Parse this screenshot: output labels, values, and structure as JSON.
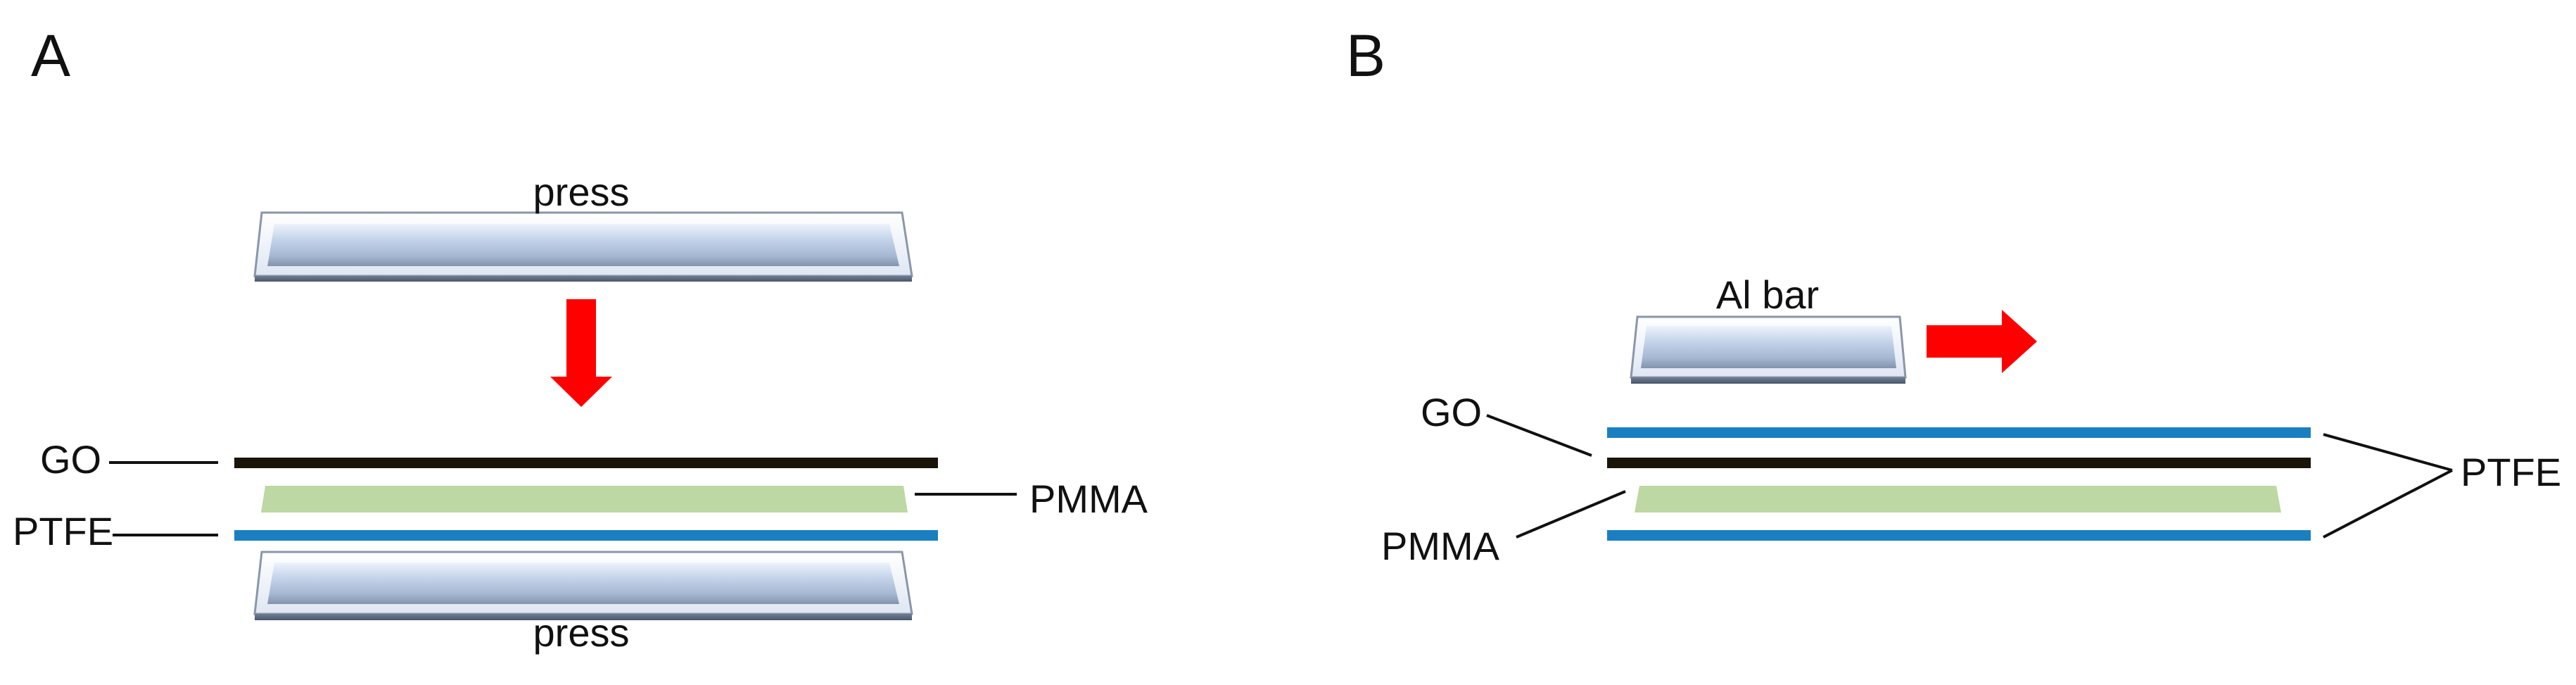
{
  "panel_a": {
    "letter": "A",
    "top_press_label": "press",
    "bottom_press_label": "press",
    "layers": {
      "go": "GO",
      "pmma": "PMMA",
      "ptfe": "PTFE"
    }
  },
  "panel_b": {
    "letter": "B",
    "bar_label": "Al bar",
    "layers": {
      "go": "GO",
      "pmma": "PMMA",
      "ptfe": "PTFE"
    }
  },
  "colors": {
    "arrow": "#ff0000",
    "go_layer": "#1a1408",
    "pmma_layer": "#bdd8a3",
    "ptfe_layer": "#1a7fc1",
    "metal_light": "#c9d8ee",
    "metal_dark": "#66758f"
  }
}
